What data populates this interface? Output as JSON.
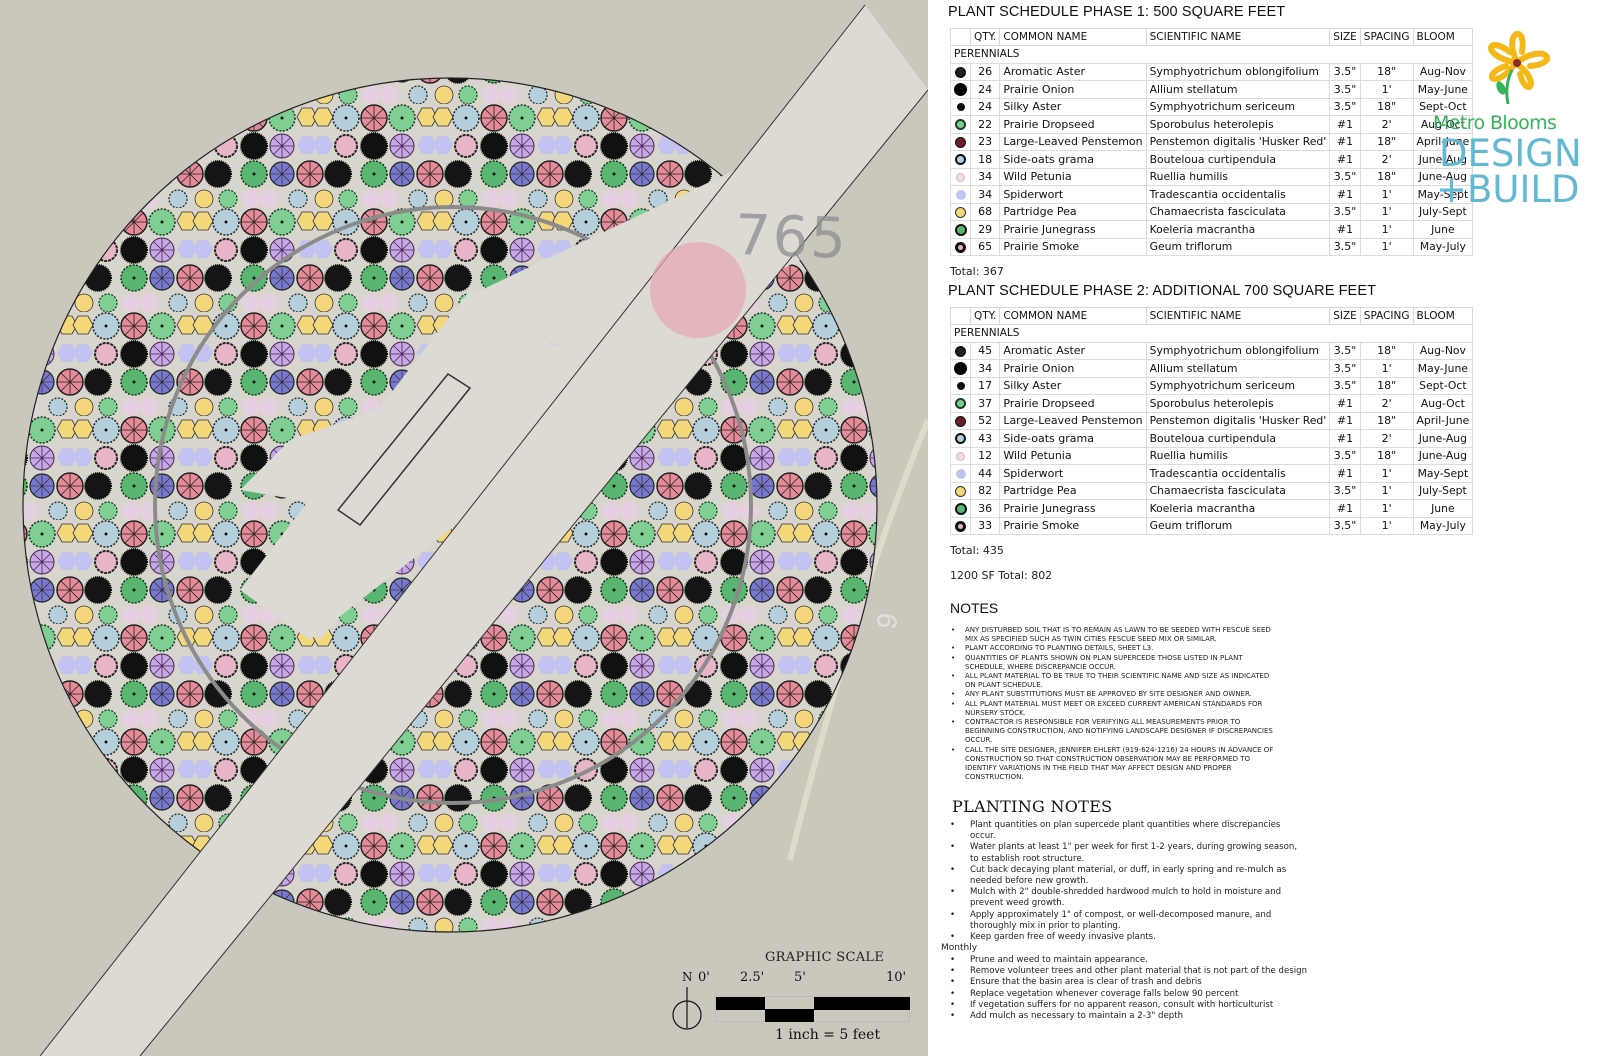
{
  "plan": {
    "street_number": "765",
    "street_number_2": "9",
    "graphic_scale": {
      "title": "GRAPHIC SCALE",
      "ticks": [
        "0'",
        "2.5'",
        "5'",
        "10'"
      ],
      "caption": "1 inch = 5 feet"
    },
    "north_label": "N"
  },
  "phase1": {
    "title": "PLANT SCHEDULE PHASE 1: 500 SQUARE FEET",
    "headers": [
      "",
      "QTY.",
      "COMMON NAME",
      "SCIENTIFIC NAME",
      "SIZE",
      "SPACING",
      "BLOOM"
    ],
    "category": "PERENNIALS",
    "rows": [
      {
        "symbol": "aromatic-aster-symbol",
        "color": "#222222",
        "qty": "26",
        "common": "Aromatic Aster",
        "scientific": "Symphyotrichum oblongifolium",
        "size": "3.5\"",
        "spacing": "18\"",
        "bloom": "Aug-Nov"
      },
      {
        "symbol": "prairie-onion-symbol",
        "color": "#000000",
        "qty": "24",
        "common": "Prairie Onion",
        "scientific": "Allium stellatum",
        "size": "3.5\"",
        "spacing": "1'",
        "bloom": "May-June"
      },
      {
        "symbol": "silky-aster-symbol",
        "color": "#111111",
        "qty": "24",
        "common": "Silky Aster",
        "scientific": "Symphyotrichum sericeum",
        "size": "3.5\"",
        "spacing": "18\"",
        "bloom": "Sept-Oct"
      },
      {
        "symbol": "prairie-dropseed-symbol",
        "color": "#7fcf93",
        "qty": "22",
        "common": "Prairie Dropseed",
        "scientific": "Sporobulus heterolepis",
        "size": "#1",
        "spacing": "2'",
        "bloom": "Aug-Oct"
      },
      {
        "symbol": "penstemon-symbol",
        "color": "#6a1f2a",
        "qty": "23",
        "common": "Large-Leaved Penstemon",
        "scientific": "Penstemon digitalis 'Husker Red'",
        "size": "#1",
        "spacing": "18\"",
        "bloom": "April-June"
      },
      {
        "symbol": "side-oats-grama-symbol",
        "color": "#b5d0dc",
        "qty": "18",
        "common": "Side-oats grama",
        "scientific": "Bouteloua curtipendula",
        "size": "#1",
        "spacing": "2'",
        "bloom": "June-Aug"
      },
      {
        "symbol": "wild-petunia-symbol",
        "color": "#e6cfe0",
        "qty": "34",
        "common": "Wild Petunia",
        "scientific": "Ruellia humilis",
        "size": "3.5\"",
        "spacing": "18\"",
        "bloom": "June-Aug"
      },
      {
        "symbol": "spiderwort-symbol",
        "color": "#c3c3f2",
        "qty": "34",
        "common": "Spiderwort",
        "scientific": "Tradescantia occidentalis",
        "size": "#1",
        "spacing": "1'",
        "bloom": "May-Sept"
      },
      {
        "symbol": "partridge-pea-symbol",
        "color": "#f3d77a",
        "qty": "68",
        "common": "Partridge Pea",
        "scientific": "Chamaecrista fasciculata",
        "size": "3.5\"",
        "spacing": "1'",
        "bloom": "July-Sept"
      },
      {
        "symbol": "prairie-junegrass-symbol",
        "color": "#58b572",
        "qty": "29",
        "common": "Prairie Junegrass",
        "scientific": "Koeleria macrantha",
        "size": "#1",
        "spacing": "1'",
        "bloom": "June"
      },
      {
        "symbol": "prairie-smoke-symbol",
        "color": "#e8b6c8",
        "qty": "65",
        "common": "Prairie Smoke",
        "scientific": "Geum triflorum",
        "size": "3.5\"",
        "spacing": "1'",
        "bloom": "May-July"
      }
    ],
    "total": "Total: 367"
  },
  "phase2": {
    "title": "PLANT SCHEDULE PHASE 2: ADDITIONAL 700 SQUARE FEET",
    "headers": [
      "",
      "QTY.",
      "COMMON NAME",
      "SCIENTIFIC NAME",
      "SIZE",
      "SPACING",
      "BLOOM"
    ],
    "category": "PERENNIALS",
    "rows": [
      {
        "symbol": "aromatic-aster-symbol",
        "color": "#222222",
        "qty": "45",
        "common": "Aromatic Aster",
        "scientific": "Symphyotrichum oblongifolium",
        "size": "3.5\"",
        "spacing": "18\"",
        "bloom": "Aug-Nov"
      },
      {
        "symbol": "prairie-onion-symbol",
        "color": "#000000",
        "qty": "34",
        "common": "Prairie Onion",
        "scientific": "Allium stellatum",
        "size": "3.5\"",
        "spacing": "1'",
        "bloom": "May-June"
      },
      {
        "symbol": "silky-aster-symbol",
        "color": "#111111",
        "qty": "17",
        "common": "Silky Aster",
        "scientific": "Symphyotrichum sericeum",
        "size": "3.5\"",
        "spacing": "18\"",
        "bloom": "Sept-Oct"
      },
      {
        "symbol": "prairie-dropseed-symbol",
        "color": "#7fcf93",
        "qty": "37",
        "common": "Prairie Dropseed",
        "scientific": "Sporobulus heterolepis",
        "size": "#1",
        "spacing": "2'",
        "bloom": "Aug-Oct"
      },
      {
        "symbol": "penstemon-symbol",
        "color": "#6a1f2a",
        "qty": "52",
        "common": "Large-Leaved Penstemon",
        "scientific": "Penstemon digitalis 'Husker Red'",
        "size": "#1",
        "spacing": "18\"",
        "bloom": "April-June"
      },
      {
        "symbol": "side-oats-grama-symbol",
        "color": "#b5d0dc",
        "qty": "43",
        "common": "Side-oats grama",
        "scientific": "Bouteloua curtipendula",
        "size": "#1",
        "spacing": "2'",
        "bloom": "June-Aug"
      },
      {
        "symbol": "wild-petunia-symbol",
        "color": "#e6cfe0",
        "qty": "12",
        "common": "Wild Petunia",
        "scientific": "Ruellia humilis",
        "size": "3.5\"",
        "spacing": "18\"",
        "bloom": "June-Aug"
      },
      {
        "symbol": "spiderwort-symbol",
        "color": "#c3c3f2",
        "qty": "44",
        "common": "Spiderwort",
        "scientific": "Tradescantia occidentalis",
        "size": "#1",
        "spacing": "1'",
        "bloom": "May-Sept"
      },
      {
        "symbol": "partridge-pea-symbol",
        "color": "#f3d77a",
        "qty": "82",
        "common": "Partridge Pea",
        "scientific": "Chamaecrista fasciculata",
        "size": "3.5\"",
        "spacing": "1'",
        "bloom": "July-Sept"
      },
      {
        "symbol": "prairie-junegrass-symbol",
        "color": "#58b572",
        "qty": "36",
        "common": "Prairie Junegrass",
        "scientific": "Koeleria macrantha",
        "size": "#1",
        "spacing": "1'",
        "bloom": "June"
      },
      {
        "symbol": "prairie-smoke-symbol",
        "color": "#e8b6c8",
        "qty": "33",
        "common": "Prairie Smoke",
        "scientific": "Geum triflorum",
        "size": "3.5\"",
        "spacing": "1'",
        "bloom": "May-July"
      }
    ],
    "total": "Total: 435",
    "grand_total": "1200 SF Total: 802"
  },
  "logo": {
    "brand": "Metro Blooms",
    "line2": "DESIGN",
    "line3": "+BUILD",
    "flower_color": "#f5b819",
    "brand_color": "#34b45a",
    "text_color": "#62b9d4"
  },
  "notes": {
    "title": "NOTES",
    "items": [
      "ANY DISTURBED SOIL THAT IS TO REMAIN AS LAWN TO BE SEEDED WITH FESCUE SEED MIX AS SPECIFIED SUCH AS TWIN CITIES FESCUE SEED MIX OR SIMILAR.",
      "PLANT ACCORDING TO PLANTING DETAILS, SHEET L3.",
      "QUANTITIES OF PLANTS SHOWN ON PLAN SUPERCEDE THOSE LISTED IN PLANT SCHEDULE, WHERE DISCREPANCIE OCCUR.",
      "ALL PLANT MATERIAL TO BE TRUE TO THEIR SCIENTIFIC NAME AND SIZE AS INDICATED ON PLANT SCHEDULE.",
      "ANY PLANT SUBSTITUTIONS MUST BE APPROVED BY SITE DESIGNER AND OWNER.",
      "ALL PLANT MATERIAL MUST MEET OR EXCEED CURRENT AMERICAN STANDARDS FOR NURSERY STOCK.",
      "CONTRACTOR IS RESPONSIBLE FOR VERIFYING ALL MEASUREMENTS PRIOR TO BEGINNING CONSTRUCTION, AND NOTIFYING LANDSCAPE DESIGNER IF DISCREPANCIES OCCUR.",
      "CALL THE SITE DESIGNER, JENNIFER EHLERT (919-624-1216) 24 HOURS IN ADVANCE OF CONSTRUCTION SO THAT CONSTRUCTION OBSERVATION MAY BE PERFORMED TO IDENTIFY VARIATIONS IN THE FIELD THAT MAY AFFECT DESIGN AND PROPER CONSTRUCTION."
    ]
  },
  "planting_notes": {
    "title": "PLANTING NOTES",
    "items": [
      "Plant quantities on plan supercede plant  quantities where discrepancies occur.",
      "Water plants at least 1\" per week for first 1-2 years, during growing season, to establish root structure.",
      "Cut back decaying plant material, or duff, in early spring and re-mulch as needed before new growth.",
      "Mulch with 2\" double-shredded hardwood mulch to hold in moisture and prevent weed growth.",
      "Apply approximately 1\" of compost, or well-decomposed manure, and thoroughly mix in prior to planting.",
      "Keep garden free of weedy invasive plants."
    ],
    "monthly_label": "Monthly",
    "monthly_items": [
      "Prune and weed to maintain appearance.",
      "Remove volunteer trees and other plant material that is not part of the design",
      "Ensure that the basin area is clear of trash and debris",
      "Replace vegetation whenever coverage falls below 90 percent",
      "If vegetation suffers for no apparent reason, consult with horticulturist",
      "Add mulch as necessary to maintain a 2-3\" depth"
    ]
  }
}
